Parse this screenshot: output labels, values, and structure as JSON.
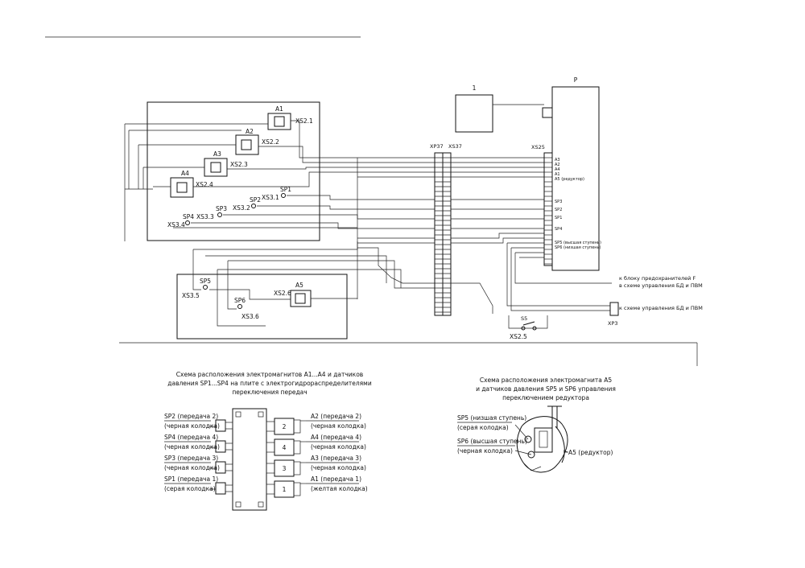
{
  "schematic": {
    "blocks": {
      "A1": "A1",
      "A2": "A2",
      "A3": "A3",
      "A4": "A4",
      "A5": "A5",
      "one": "1",
      "P": "P"
    },
    "connectors": {
      "XS2_1": "XS2.1",
      "XS2_2": "XS2.2",
      "XS2_3": "XS2.3",
      "XS2_4": "XS2.4",
      "XS3_1": "XS3.1",
      "XS3_2": "XS3.2",
      "XS3_3": "XS3.3",
      "XS3_4": "XS3.4",
      "XS3_5": "XS3.5",
      "XS3_6": "XS3.6",
      "XS2_6": "XS2.6",
      "XS2_5": "XS2.5",
      "XP37": "XP37",
      "XS37": "XS37",
      "XS25": "XS25",
      "XP3": "XP3"
    },
    "sensors": {
      "SP1": "SP1",
      "SP2": "SP2",
      "SP3": "SP3",
      "SP4": "SP4",
      "SP5": "SP5",
      "SP6": "SP6",
      "S5": "S5"
    },
    "p_labels": [
      "A3",
      "A2",
      "A4",
      "A1",
      "A5 (редуктор)",
      "SP3",
      "SP2",
      "SP1",
      "SP4",
      "SP5 (высшая ступень)",
      "SP6 (низшая ступень)"
    ],
    "notes": {
      "note1": "к блоку предохранителей F",
      "note2": "в схеме управления БД и ПВМ",
      "note3": "к схеме управления БД и ПВМ"
    }
  },
  "layout1": {
    "title_line1": "Схема расположения электромагнитов А1...А4 и датчиков",
    "title_line2": "давления SP1...SP4 на плите с электрогидрораспределителями",
    "title_line3": "переключения передач",
    "left": [
      {
        "l1": "SP2 (передача 2)",
        "l2": "(черная колодка)"
      },
      {
        "l1": "SP4 (передача 4)",
        "l2": "(черная колодка)"
      },
      {
        "l1": "SP3 (передача 3)",
        "l2": "(черная колодка)"
      },
      {
        "l1": "SP1 (передача 1)",
        "l2": "(серая колодка)"
      }
    ],
    "right": [
      {
        "l1": "А2 (передача 2)",
        "l2": "(черная колодка)"
      },
      {
        "l1": "А4 (передача 4)",
        "l2": "(черная колодка)"
      },
      {
        "l1": "А3 (передача 3)",
        "l2": "(черная колодка)"
      },
      {
        "l1": "А1 (передача 1)",
        "l2": "(желтая колодка)"
      }
    ],
    "nums": [
      "2",
      "4",
      "3",
      "1"
    ]
  },
  "layout2": {
    "title_line1": "Схема расположения электромагнита А5",
    "title_line2": "и датчиков давления SP5 и SP6 управления",
    "title_line3": "переключением редуктора",
    "sp5_l1": "SP5 (низшая ступень)",
    "sp5_l2": "(серая колодка)",
    "sp6_l1": "SP6 (высшая ступень)",
    "sp6_l2": "(черная колодка)",
    "a5": "А5 (редуктор)"
  }
}
